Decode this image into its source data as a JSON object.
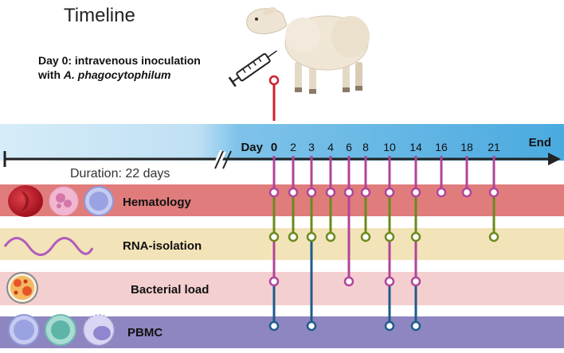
{
  "title": "Timeline",
  "inoculation": {
    "line1": "Day 0: intravenous inoculation",
    "line2_prefix": "with ",
    "line2_pathogen": "A. phagocytophilum"
  },
  "duration_label": "Duration: 22 days",
  "timeline": {
    "start_label": "Day 0",
    "end_label": "End",
    "days": [
      "0",
      "2",
      "3",
      "4",
      "6",
      "8",
      "10",
      "14",
      "16",
      "18",
      "21"
    ]
  },
  "rows": [
    {
      "key": "hematology",
      "label": "Hematology",
      "color": "#e07c7c",
      "marker_color": "#b0449a",
      "sample_days": [
        "0",
        "2",
        "3",
        "4",
        "6",
        "8",
        "10",
        "14",
        "16",
        "18",
        "21"
      ]
    },
    {
      "key": "rna",
      "label": "RNA-isolation",
      "color": "#f3e3b8",
      "marker_color": "#6b8a1e",
      "sample_days": [
        "0",
        "2",
        "3",
        "4",
        "8",
        "10",
        "14",
        "21"
      ]
    },
    {
      "key": "bacterial",
      "label": "Bacterial load",
      "color": "#f4cfd0",
      "marker_color": "#b0449a",
      "sample_days": [
        "0",
        "6",
        "10",
        "14"
      ]
    },
    {
      "key": "pbmc",
      "label": "PBMC",
      "color": "#8d86c0",
      "marker_color": "#1f5b8a",
      "sample_days": [
        "0",
        "3",
        "10",
        "14"
      ]
    }
  ],
  "colors": {
    "timeline_band_start": "#d6ecf8",
    "timeline_band_end": "#4aaadf",
    "inoculation_marker": "#d0202a",
    "axis": "#222222"
  },
  "icons": [
    "sheep-icon",
    "syringe-icon",
    "red-blood-cell-icon",
    "granulocyte-icon",
    "lymphocyte-icon",
    "rna-wave-icon",
    "bacteria-infected-cell-icon",
    "pbmc-cell-icon"
  ]
}
